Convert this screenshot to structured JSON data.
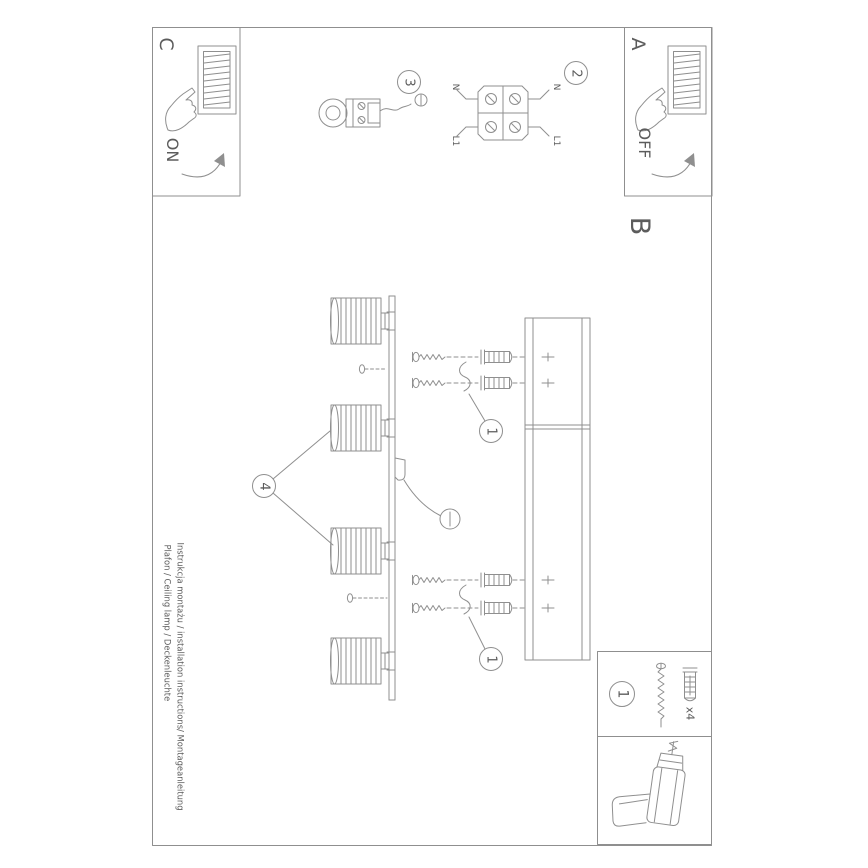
{
  "colors": {
    "background": "#ffffff",
    "line": "#8f8f8f",
    "text": "#5c5c5c"
  },
  "corner_c": {
    "letter": "C",
    "state": "ON"
  },
  "corner_a": {
    "letter": "A",
    "state": "OFF"
  },
  "section_label": "B",
  "step_numbers": {
    "two": "2",
    "three": "3"
  },
  "callouts": {
    "heads": "4",
    "hardware_upper": "1",
    "hardware_lower": "1"
  },
  "wiring_labels": {
    "left_top": "N",
    "left_bottom": "L1",
    "right_top": "N",
    "right_bottom": "L1"
  },
  "parts_box": {
    "number": "1",
    "quantity": "x4"
  },
  "side_text": {
    "line1": "Instrukcja montażu / installation instructions/ Montageanleitung",
    "line2": "Plafon / Ceiling lamp / Deckenleuchte"
  },
  "icons": {
    "hand": "pointing-hand-icon",
    "switch": "light-switch-icon",
    "arrow": "curved-arrow-icon",
    "screw": "mounting-screw-icon",
    "wall_plug": "wall-plug-icon",
    "screwdriver": "electric-screwdriver-icon",
    "terminal_block": "terminal-block-icon",
    "cable_clamp": "cable-clamp-icon",
    "earth_screw": "screw-head-icon"
  }
}
